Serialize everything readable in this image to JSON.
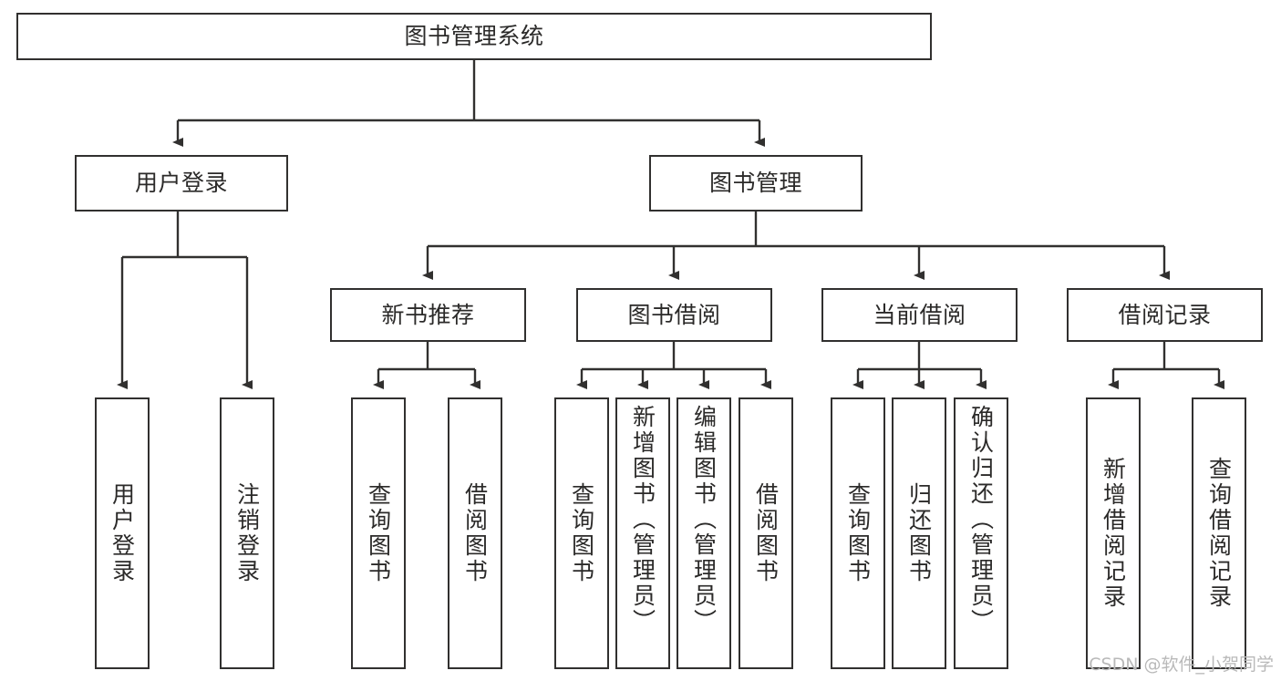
{
  "diagram": {
    "type": "tree-hierarchy",
    "title": "图书管理系统",
    "orientation": "top-down",
    "edge_style": "orthogonal-elbow-with-arrowhead",
    "colors": {
      "box_border": "#31302f",
      "box_fill": "#ffffff",
      "connector": "#31302f",
      "text": "#2b2a29",
      "watermark": "#b9b9b9",
      "background": "#ffffff"
    }
  },
  "root": {
    "id": "root",
    "label": "图书管理系统"
  },
  "level2": [
    {
      "id": "user-login",
      "label": "用户登录"
    },
    {
      "id": "book-management",
      "label": "图书管理"
    }
  ],
  "level3": [
    {
      "id": "new-book-recommend",
      "label": "新书推荐",
      "parent": "book-management"
    },
    {
      "id": "book-borrow",
      "label": "图书借阅",
      "parent": "book-management"
    },
    {
      "id": "current-borrow",
      "label": "当前借阅",
      "parent": "book-management"
    },
    {
      "id": "borrow-record",
      "label": "借阅记录",
      "parent": "book-management"
    }
  ],
  "leaves": {
    "user_login": [
      {
        "id": "leaf-user-login",
        "label": "用户登录"
      },
      {
        "id": "leaf-logout",
        "label": "注销登录"
      }
    ],
    "new_book_recommend": [
      {
        "id": "leaf-query-book-1",
        "label": "查询图书"
      },
      {
        "id": "leaf-borrow-book-1",
        "label": "借阅图书"
      }
    ],
    "book_borrow": [
      {
        "id": "leaf-query-book-2",
        "label": "查询图书"
      },
      {
        "id": "leaf-add-book",
        "label": "新增图书（管理员）"
      },
      {
        "id": "leaf-edit-book",
        "label": "编辑图书（管理员）"
      },
      {
        "id": "leaf-borrow-book-2",
        "label": "借阅图书"
      }
    ],
    "current_borrow": [
      {
        "id": "leaf-query-book-3",
        "label": "查询图书"
      },
      {
        "id": "leaf-return-book",
        "label": "归还图书"
      },
      {
        "id": "leaf-confirm-return",
        "label": "确认归还（管理员）"
      }
    ],
    "borrow_record": [
      {
        "id": "leaf-add-record",
        "label": "新增借阅记录"
      },
      {
        "id": "leaf-query-record",
        "label": "查询借阅记录"
      }
    ]
  },
  "watermark": {
    "text": "CSDN @软件_小贺同学"
  }
}
